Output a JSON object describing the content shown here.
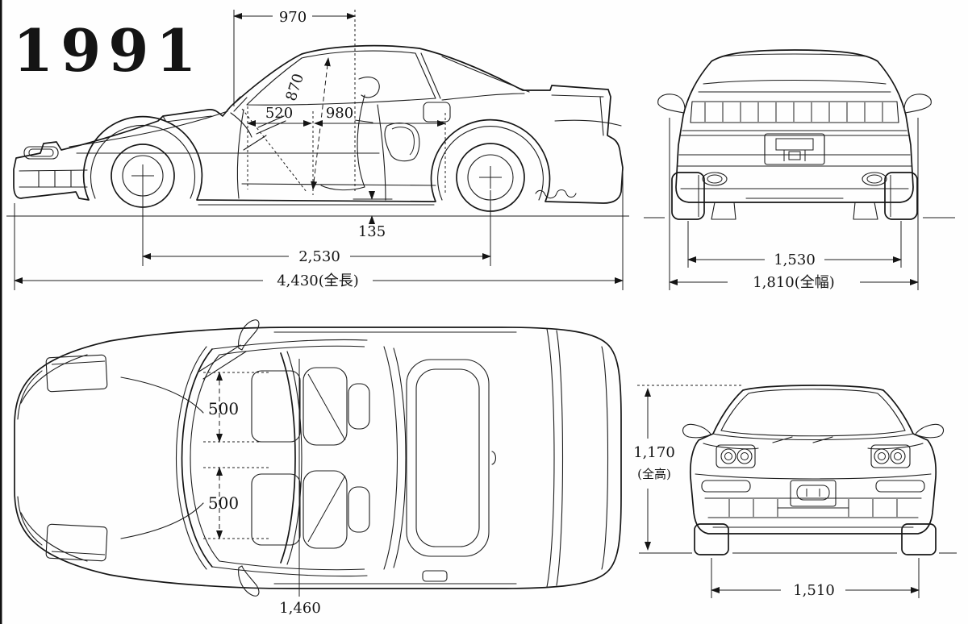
{
  "title": {
    "year": "1991"
  },
  "views": {
    "side": {
      "name": "side-view",
      "dimensions": {
        "roof_length": "970",
        "seat_to_roof_diagonal": "870",
        "seat_front": "520",
        "cabin_length": "980",
        "ground_clearance": "135",
        "wheelbase": "2,530",
        "overall_length": "4,430(全長)"
      }
    },
    "rear": {
      "name": "rear-view",
      "dimensions": {
        "rear_tread": "1,530",
        "overall_width": "1,810(全幅)"
      }
    },
    "top": {
      "name": "top-view",
      "dimensions": {
        "seat_width_left": "500",
        "seat_width_right": "500",
        "front_tread": "1,460"
      }
    },
    "front": {
      "name": "front-view",
      "dimensions": {
        "overall_height_value": "1,170",
        "overall_height_note": "(全高)",
        "front_tread": "1,510"
      }
    }
  },
  "colors": {
    "line": "#161616",
    "background": "#fefefe"
  }
}
